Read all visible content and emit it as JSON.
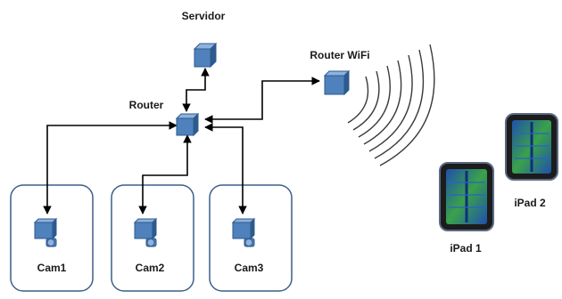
{
  "labels": {
    "server": "Servidor",
    "router": "Router",
    "router_wifi": "Router WiFi",
    "cam1": "Cam1",
    "cam2": "Cam2",
    "cam3": "Cam3",
    "ipad1": "iPad 1",
    "ipad2": "iPad 2"
  },
  "icons": {
    "server": "server-cube-icon",
    "router": "router-cube-icon",
    "router_wifi": "wifi-router-cube-icon",
    "camera": "camera-icon",
    "tablet": "tablet-icon",
    "wifi_waves": "wifi-waves-icon"
  },
  "colors": {
    "device_fill": "#4f81bd",
    "device_dark": "#2e5a8c",
    "device_light": "#8fb1de",
    "box_border": "#3c5f8a",
    "connection": "#000000",
    "waves": "#3a3a3a",
    "screen_green": "#3aa24a"
  }
}
